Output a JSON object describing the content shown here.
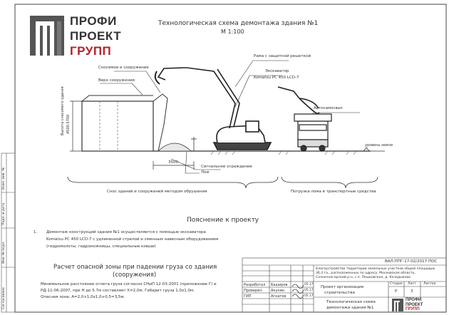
{
  "logo": {
    "line1": "ПРОФИ",
    "line2": "ПРОЕКТ",
    "line3": "ГРУПП",
    "small_line1": "ПРОФИ",
    "small_line2": "ПРОЕКТ",
    "small_line3": "ГРУПП"
  },
  "diagram": {
    "title": "Технологическая схема демонтажа здания №1",
    "scale": "М 1:100",
    "labels": {
      "demolished": "Сносимое и сооружение",
      "top_structure": "Верх сооружения",
      "height": "Высота сносимого здания",
      "height_range": "4500-5700",
      "cab_guard": "Рама с защитной решеткой",
      "excavator": "Экскаватор",
      "excavator_model": "Komatsu PC 450 LCD-7",
      "dump_truck": "Автосамосвал",
      "ground_level": "уровень земли",
      "dimension": "3500",
      "debris": "Лом",
      "fence": "Сигнальное ограждение",
      "zone_demolition": "Снос зданий и сооружений методом обрушения",
      "zone_loading": "Погрузка лома в транспортные средства"
    }
  },
  "notes": {
    "heading": "Пояснение к проекту",
    "item1_number": "1.",
    "item1_line1": "Демонтаж конструкций здания №1 осуществляется с помощью экскаватора",
    "item1_line2": "Komatsu PC 450 LCD-7 с удлиненной стрелой и сменным навесным оборудованием",
    "item1_line3": "(гидромолоты, гидроножницы, специальные ковши)"
  },
  "danger_zone": {
    "heading_line1": "Расчет опасной зоны при падении груза со здания",
    "heading_line2": "(сооружения)",
    "line1": "Минимальное расстояние отлета груза согласно СНиП 12-03-2001 (приложение Г) и",
    "line2": "РД-11-06-2007, при Н до 5.7м составляет Х=2,0м, Габарит груза 1,0х1,0м.",
    "line3": "Опасная зона: А=2,0+1,0х1,0+0,5=3,5м."
  },
  "title_block": {
    "code": "ВАЛ-ППГ-17-02/2017-ПОС",
    "project_desc_1": "Благоустройство территории земельных участков общей площадью",
    "project_desc_2": "36,3 га., расположенных по адресу: Московская область,",
    "project_desc_3": "Солнечногорский р-н, с.п. Пешковское, д. Кочедыково",
    "project_name_1": "Проект организации",
    "project_name_2": "строительства",
    "sheet_title_1": "Технологическая схема",
    "sheet_title_2": "демонтажа здания №1",
    "col_stage": "Стадия",
    "col_sheet": "Лист",
    "col_sheets": "Листов",
    "stage": "Р",
    "sheet": "3",
    "row1_role": "Разработал",
    "row1_name": "Баширов",
    "row1_date": "05.17",
    "row2_role": "Проверил",
    "row2_name": "Акунин",
    "row2_date": "05.17",
    "row3_role": "ГИП",
    "row3_name": "Агнатов",
    "row3_date": "05.17"
  },
  "margin_stamps": {
    "a": "Взам. инв. №",
    "b": "Подп. и дата",
    "c": "Инв. № подл.",
    "d": "Согласовано"
  }
}
